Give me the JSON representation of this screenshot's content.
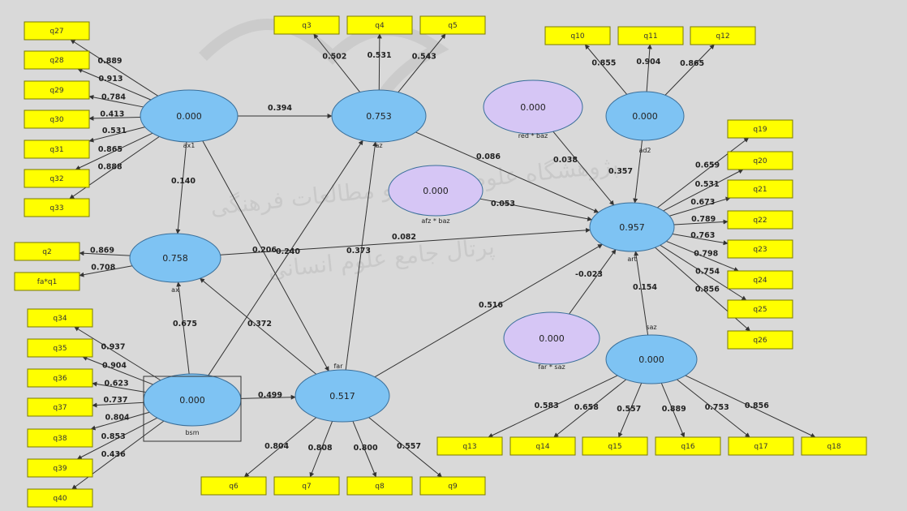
{
  "colors": {
    "background": "#d9d9d9",
    "latent_fill": "#7ec3f3",
    "moderator_fill": "#d6c6f5",
    "indicator_fill": "#ffff00",
    "edge": "#333333"
  },
  "latents": {
    "L1": {
      "value": "0.000",
      "name": "ax1",
      "type": "latent"
    },
    "L2": {
      "value": "0.753",
      "name": "az",
      "type": "latent"
    },
    "L3": {
      "value": "0.000",
      "name": "ad2",
      "type": "latent"
    },
    "L4": {
      "value": "0.758",
      "name": "ax",
      "type": "latent"
    },
    "L5": {
      "value": "0.957",
      "name": "art",
      "type": "latent"
    },
    "L6": {
      "value": "0.000",
      "name": "bsm",
      "type": "latent"
    },
    "L7": {
      "value": "0.517",
      "name": "far",
      "type": "latent"
    },
    "L8": {
      "value": "0.000",
      "name": "saz",
      "type": "latent"
    },
    "M1": {
      "value": "0.000",
      "name": "red * baz",
      "type": "moderator"
    },
    "M2": {
      "value": "0.000",
      "name": "afz * baz",
      "type": "moderator"
    },
    "M3": {
      "value": "0.000",
      "name": "far * saz",
      "type": "moderator"
    }
  },
  "indicators": [
    "q27",
    "q28",
    "q29",
    "q30",
    "q31",
    "q32",
    "q33",
    "q3",
    "q4",
    "q5",
    "q10",
    "q11",
    "q12",
    "q19",
    "q20",
    "q21",
    "q22",
    "q23",
    "q24",
    "q25",
    "q26",
    "q2",
    "fa*q1",
    "q34",
    "q35",
    "q36",
    "q37",
    "q38",
    "q39",
    "q40",
    "q6",
    "q7",
    "q8",
    "q9",
    "q13",
    "q14",
    "q15",
    "q16",
    "q17",
    "q18"
  ],
  "loadings": {
    "L1": [
      "0.889",
      "0.913",
      "0.784",
      "0.413",
      "0.531",
      "0.865",
      "0.888"
    ],
    "L2": [
      "0.502",
      "0.531",
      "0.543"
    ],
    "L3": [
      "0.855",
      "0.904",
      "0.865"
    ],
    "L5": [
      "0.659",
      "0.531",
      "0.673",
      "0.789",
      "0.763",
      "0.798",
      "0.754",
      "0.856"
    ],
    "L4": [
      "0.869",
      "0.708"
    ],
    "L6": [
      "0.937",
      "0.904",
      "0.623",
      "0.737",
      "0.804",
      "0.853",
      "0.436"
    ],
    "L7": [
      "0.804",
      "0.808",
      "0.800",
      "0.557"
    ],
    "L8": [
      "0.583",
      "0.658",
      "0.557",
      "0.889",
      "0.753",
      "0.856"
    ]
  },
  "paths": [
    {
      "from": "L1",
      "to": "L2",
      "coef": "0.394"
    },
    {
      "from": "L1",
      "to": "L4",
      "coef": "0.140"
    },
    {
      "from": "L1",
      "to": "L7",
      "coef": "0.206"
    },
    {
      "from": "L6",
      "to": "L2",
      "coef": "0.240"
    },
    {
      "from": "L7",
      "to": "L2",
      "coef": "0.373"
    },
    {
      "from": "L6",
      "to": "L4",
      "coef": "0.675"
    },
    {
      "from": "L7",
      "to": "L4",
      "coef": "0.372"
    },
    {
      "from": "L6",
      "to": "L7",
      "coef": "0.499"
    },
    {
      "from": "L2",
      "to": "L5",
      "coef": "0.086"
    },
    {
      "from": "M1",
      "to": "L5",
      "coef": "0.038"
    },
    {
      "from": "L3",
      "to": "L5",
      "coef": "0.357"
    },
    {
      "from": "M2",
      "to": "L5",
      "coef": "0.053"
    },
    {
      "from": "L4",
      "to": "L5",
      "coef": "0.082"
    },
    {
      "from": "L7",
      "to": "L5",
      "coef": "0.516"
    },
    {
      "from": "M3",
      "to": "L5",
      "coef": "-0.023"
    },
    {
      "from": "L8",
      "to": "L5",
      "coef": "0.154"
    }
  ]
}
